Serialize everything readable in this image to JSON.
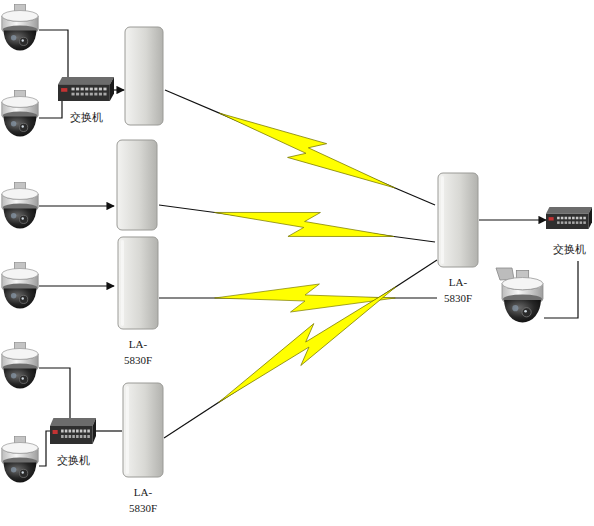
{
  "diagram": {
    "nodes": [
      {
        "text": [
          "交换机"
        ]
      },
      {
        "text": [
          "LA- 5830F"
        ]
      },
      {
        "text": [
          "LA- 5830F"
        ]
      },
      {
        "text": [
          "交换机"
        ]
      },
      {
        "text": [
          "交换机"
        ]
      },
      {
        "text": [
          "LA- 5830F"
        ]
      }
    ],
    "edges": [
      {
        "from": 1,
        "to": 2,
        "arrow": "none"
      },
      {
        "from": 5,
        "to": 2,
        "arrow": "none"
      },
      {
        "from": 2,
        "to": 3,
        "arrow": "to"
      },
      {
        "from": 4,
        "to": 5,
        "arrow": "none"
      }
    ]
  }
}
